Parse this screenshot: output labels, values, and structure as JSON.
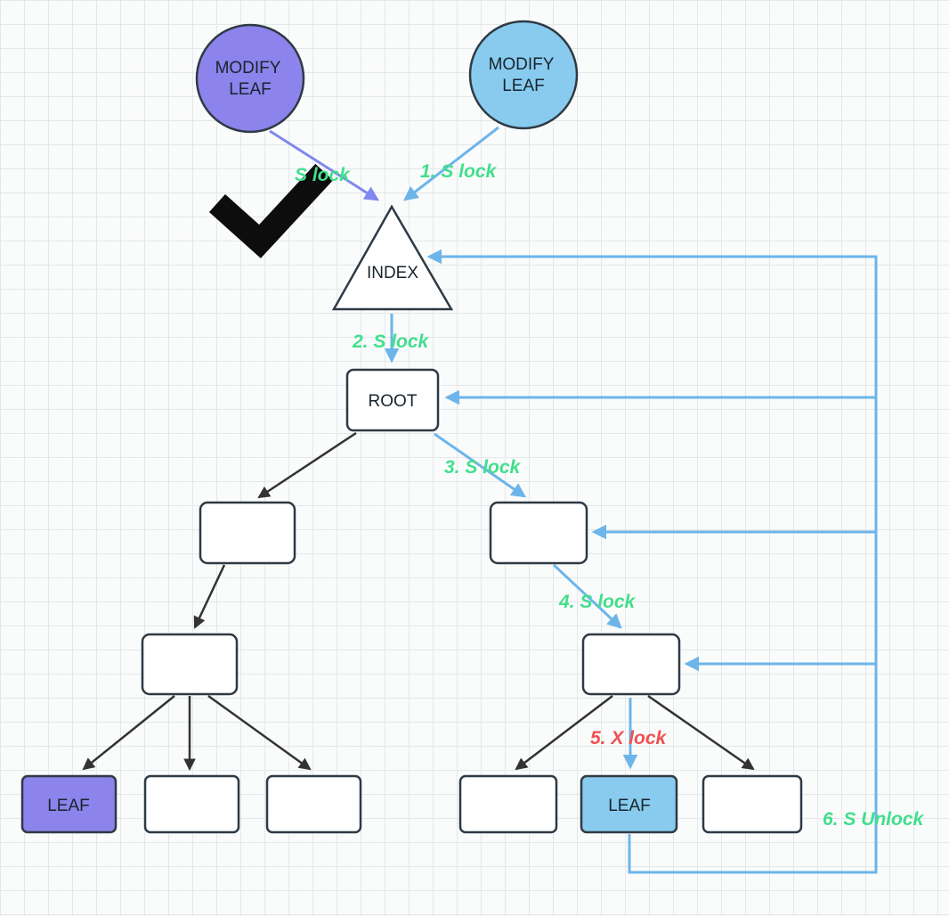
{
  "colors": {
    "purple_node": "#8c83ec",
    "blue_node": "#88cbef",
    "green_label": "#41df8c",
    "red_label": "#ef5251",
    "blue_arrow": "#6cb5ea",
    "purple_arrow": "#7e88ee",
    "black_arrow": "#333333",
    "node_border": "#2e3a44",
    "grid_line": "#e4e8ea",
    "background": "#fafbfb"
  },
  "nodes": {
    "modify_leaf_left": {
      "line1": "MODIFY",
      "line2": "LEAF"
    },
    "modify_leaf_right": {
      "line1": "MODIFY",
      "line2": "LEAF"
    },
    "index": {
      "label": "INDEX"
    },
    "root": {
      "label": "ROOT"
    },
    "leaf_left": {
      "label": "LEAF"
    },
    "leaf_right": {
      "label": "LEAF"
    }
  },
  "labels": {
    "left_s_lock": "S lock",
    "step_1": "1. S lock",
    "step_2": "2. S lock",
    "step_3": "3. S lock",
    "step_4": "4. S lock",
    "step_5": "5. X lock",
    "step_6": "6. S Unlock"
  }
}
